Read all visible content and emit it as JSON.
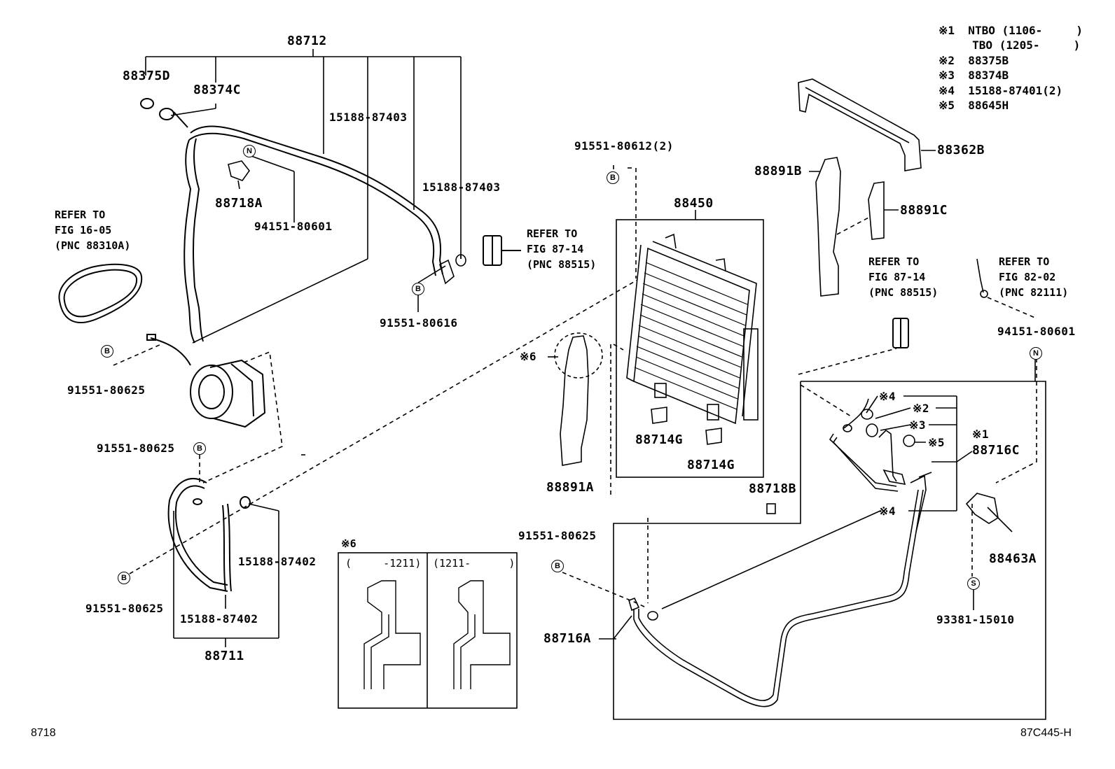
{
  "legend": {
    "l1a": "※1  NTBO (1106-     )",
    "l1b": "     TBO (1205-     )",
    "l2": "※2  88375B",
    "l3": "※3  88374B",
    "l4": "※4  15188-87401(2)",
    "l5": "※5  88645H"
  },
  "parts": {
    "p88712": "88712",
    "p88375D": "88375D",
    "p88374C": "88374C",
    "p15188_87403_a": "15188-87403",
    "p15188_87403_b": "15188-87403",
    "pN_top": "N",
    "p88718A": "88718A",
    "p94151_80601_a": "94151-80601",
    "pB_80616": "B",
    "p91551_80616": "91551-80616",
    "p91551_80612": "91551-80612(2)",
    "pB_80612": "B",
    "p88450": "88450",
    "p88891B": "88891B",
    "p88362B": "88362B",
    "p88891C": "88891C",
    "pB_left": "B",
    "p91551_80625_a": "91551-80625",
    "p91551_80625_b": "91551-80625",
    "pB_mid": "B",
    "pB_bottom": "B",
    "p91551_80625_c": "91551-80625",
    "p15188_87402_a": "15188-87402",
    "p15188_87402_b": "15188-87402",
    "p88711": "88711",
    "m6_label": "※6",
    "p88891A": "88891A",
    "p88714G_a": "88714G",
    "p88714G_b": "88714G",
    "p88718B": "88718B",
    "p91551_80625_d": "91551-80625",
    "pB_lower": "B",
    "p88716A": "88716A",
    "p94151_80601_b": "94151-80601",
    "pN_right": "N",
    "m4a": "※4",
    "m2": "※2",
    "m3": "※3",
    "m5": "※5",
    "m1": "※1",
    "p88716C": "88716C",
    "m4b": "※4",
    "p88463A": "88463A",
    "pS": "S",
    "p93381_15010": "93381-15010"
  },
  "refs": {
    "ref_16_05": "REFER TO\nFIG 16-05\n(PNC 88310A)",
    "ref_87_14_a": "REFER TO\nFIG 87-14\n(PNC 88515)",
    "ref_87_14_b": "REFER TO\nFIG 87-14\n(PNC 88515)",
    "ref_82_02": "REFER TO\nFIG 82-02\n(PNC 82111)"
  },
  "inset": {
    "title": "※6",
    "left_range": "(     -1211)",
    "right_range": "(1211-      )"
  },
  "footer": {
    "left": "8718",
    "right": "87C445-H"
  }
}
